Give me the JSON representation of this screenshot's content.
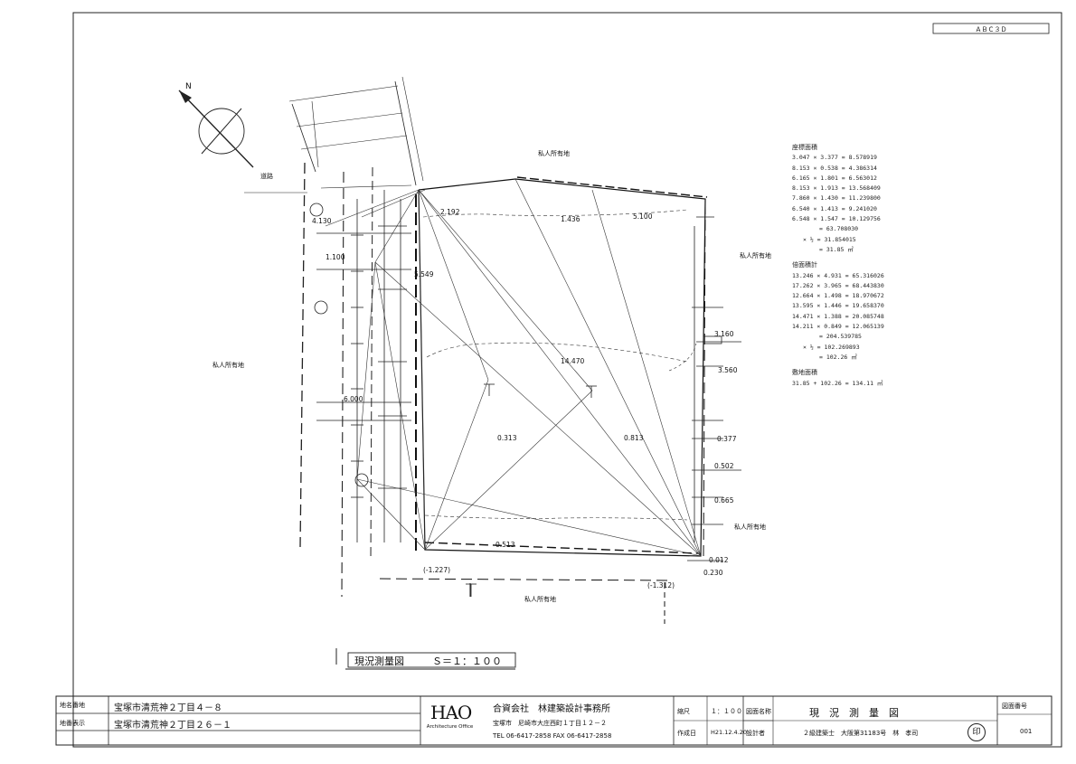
{
  "corner_tag": "ＡＢＣ３Ｄ",
  "drawing_title": "現況測量図",
  "scale_label": "Ｓ＝１：１００",
  "north_label": "N",
  "lot_labels": [
    {
      "name": "road-left",
      "text": "道路"
    },
    {
      "name": "land-left",
      "text": "私人所有地"
    },
    {
      "name": "land-right",
      "text": "私人所有地"
    },
    {
      "name": "land-bottom",
      "text": "私人所有地"
    },
    {
      "name": "land-top",
      "text": "私人所有地"
    }
  ],
  "dimensions": [
    {
      "name": "dim-2192",
      "text": "2.192"
    },
    {
      "name": "dim-1436",
      "text": "1.436"
    },
    {
      "name": "dim-5549",
      "text": "5.549"
    },
    {
      "name": "dim-0313",
      "text": "0.313"
    },
    {
      "name": "dim-0813",
      "text": "0.813"
    },
    {
      "name": "dim-0513",
      "text": "0.513"
    },
    {
      "name": "dim-3160",
      "text": "3.160"
    },
    {
      "name": "dim-3560",
      "text": "3.560"
    },
    {
      "name": "dim-0377",
      "text": "0.377"
    },
    {
      "name": "dim-0502",
      "text": "0.502"
    },
    {
      "name": "dim-0665",
      "text": "0.665"
    },
    {
      "name": "dim-0012",
      "text": "0.012"
    },
    {
      "name": "dim-0230",
      "text": "0.230"
    },
    {
      "name": "dim-1227",
      "text": "(-1.227)"
    },
    {
      "name": "dim-1312",
      "text": "(-1.312)"
    },
    {
      "name": "dim-0600",
      "text": "6.000"
    },
    {
      "name": "dim-4130",
      "text": "4.130"
    },
    {
      "name": "dim-14470",
      "text": "14.470"
    },
    {
      "name": "dim-5100",
      "text": "5.100"
    },
    {
      "name": "dim-1100",
      "text": "1.100"
    }
  ],
  "area_calc": {
    "section1_title": "座標面積",
    "section1_rows": [
      "3.047 × 3.377 = 8.578919",
      "8.153 × 0.538 = 4.386314",
      "6.165 × 1.801 = 6.563012",
      "8.153 × 1.913 = 13.568409",
      "7.860 × 1.430 = 11.239800",
      "6.540 × 1.413 = 9.241020",
      "6.548 × 1.547 = 10.129756"
    ],
    "section1_sum": "= 63.708030",
    "section1_half_label": "× ½",
    "section1_half": "= 31.854015",
    "section1_result": "= 31.85 ㎡",
    "section2_title": "倍面積計",
    "section2_rows": [
      "13.246 × 4.931 = 65.316026",
      "17.262 × 3.965 = 68.443830",
      "12.664 × 1.498 = 18.970672",
      "13.595 × 1.446 = 19.658370",
      "14.471 × 1.388 = 20.085748",
      "14.211 × 0.849 = 12.065139"
    ],
    "section2_sum": "= 204.539785",
    "section2_half_label": "× ½",
    "section2_half": "= 102.269893",
    "section2_result": "= 102.26 ㎡",
    "section3_title": "敷地面積",
    "section3_row": "31.85 + 102.26 = 134.11 ㎡"
  },
  "title_block": {
    "label_location": "地名番地",
    "value_location": "宝塚市清荒神２丁目４－８",
    "label_lot": "地番表示",
    "value_lot": "宝塚市清荒神２丁目２６－１",
    "logo": "HAO",
    "logo_sub": "Architecture Office",
    "company_name": "合資会社　林建築設計事務所",
    "company_addr": "宝塚市　尼崎市大庄西町１丁目１２－２",
    "company_tel": "TEL 06-6417-2858 FAX 06-6417-2858",
    "label_scale": "縮尺",
    "value_scale": "１：１００",
    "label_date": "作成日",
    "value_date": "H21.12.4.20",
    "label_project": "図面名称",
    "value_project": "現　況　測　量　図",
    "label_designer": "設計者",
    "value_designer": "２級建築士　大阪第31183号　林　孝司",
    "label_sheet": "図面番号",
    "value_sheet": "001",
    "stamp": "印"
  }
}
